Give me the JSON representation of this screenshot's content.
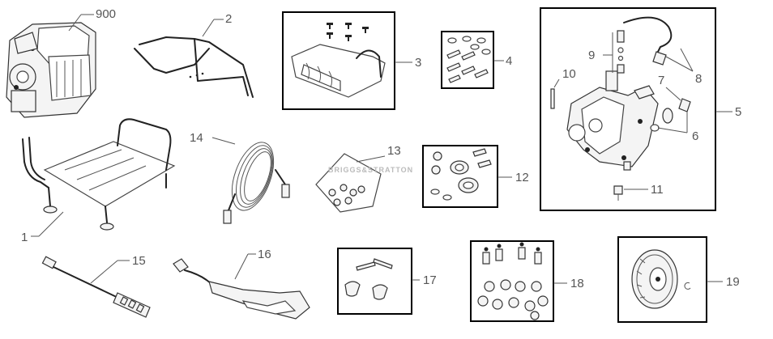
{
  "parts": {
    "p900": "900",
    "p1": "1",
    "p2": "2",
    "p3": "3",
    "p4": "4",
    "p5": "5",
    "p6": "6",
    "p7": "7",
    "p8": "8",
    "p9": "9",
    "p10": "10",
    "p11": "11",
    "p12": "12",
    "p13": "13",
    "p14": "14",
    "p15": "15",
    "p16": "16",
    "p17": "17",
    "p18": "18",
    "p19": "19"
  },
  "watermark": "BRIGGS&STRATTON"
}
